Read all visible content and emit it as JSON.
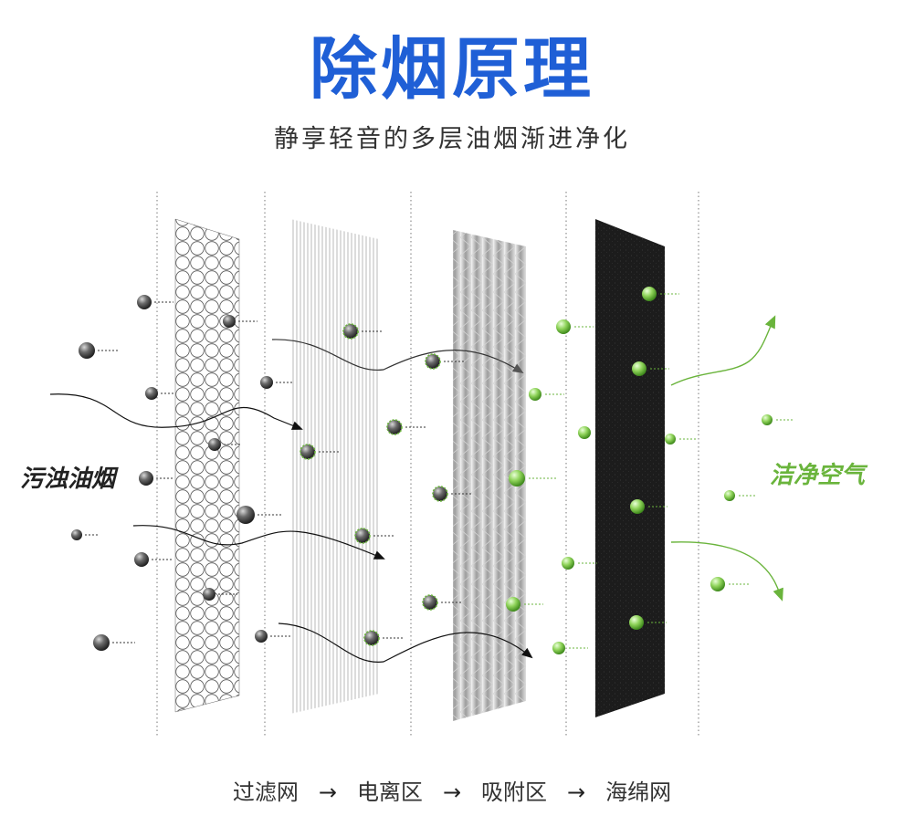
{
  "title": "除烟原理",
  "subtitle": "静享轻音的多层油烟渐进净化",
  "left_label": "污浊油烟",
  "right_label": "洁净空气",
  "stages": [
    "过滤网",
    "电离区",
    "吸附区",
    "海绵网"
  ],
  "stage_arrow": "→",
  "colors": {
    "title": "#1f5fd6",
    "clean_air": "#6ab43c",
    "smoke_particle": "#555555",
    "sponge": "#1c1c1c"
  }
}
